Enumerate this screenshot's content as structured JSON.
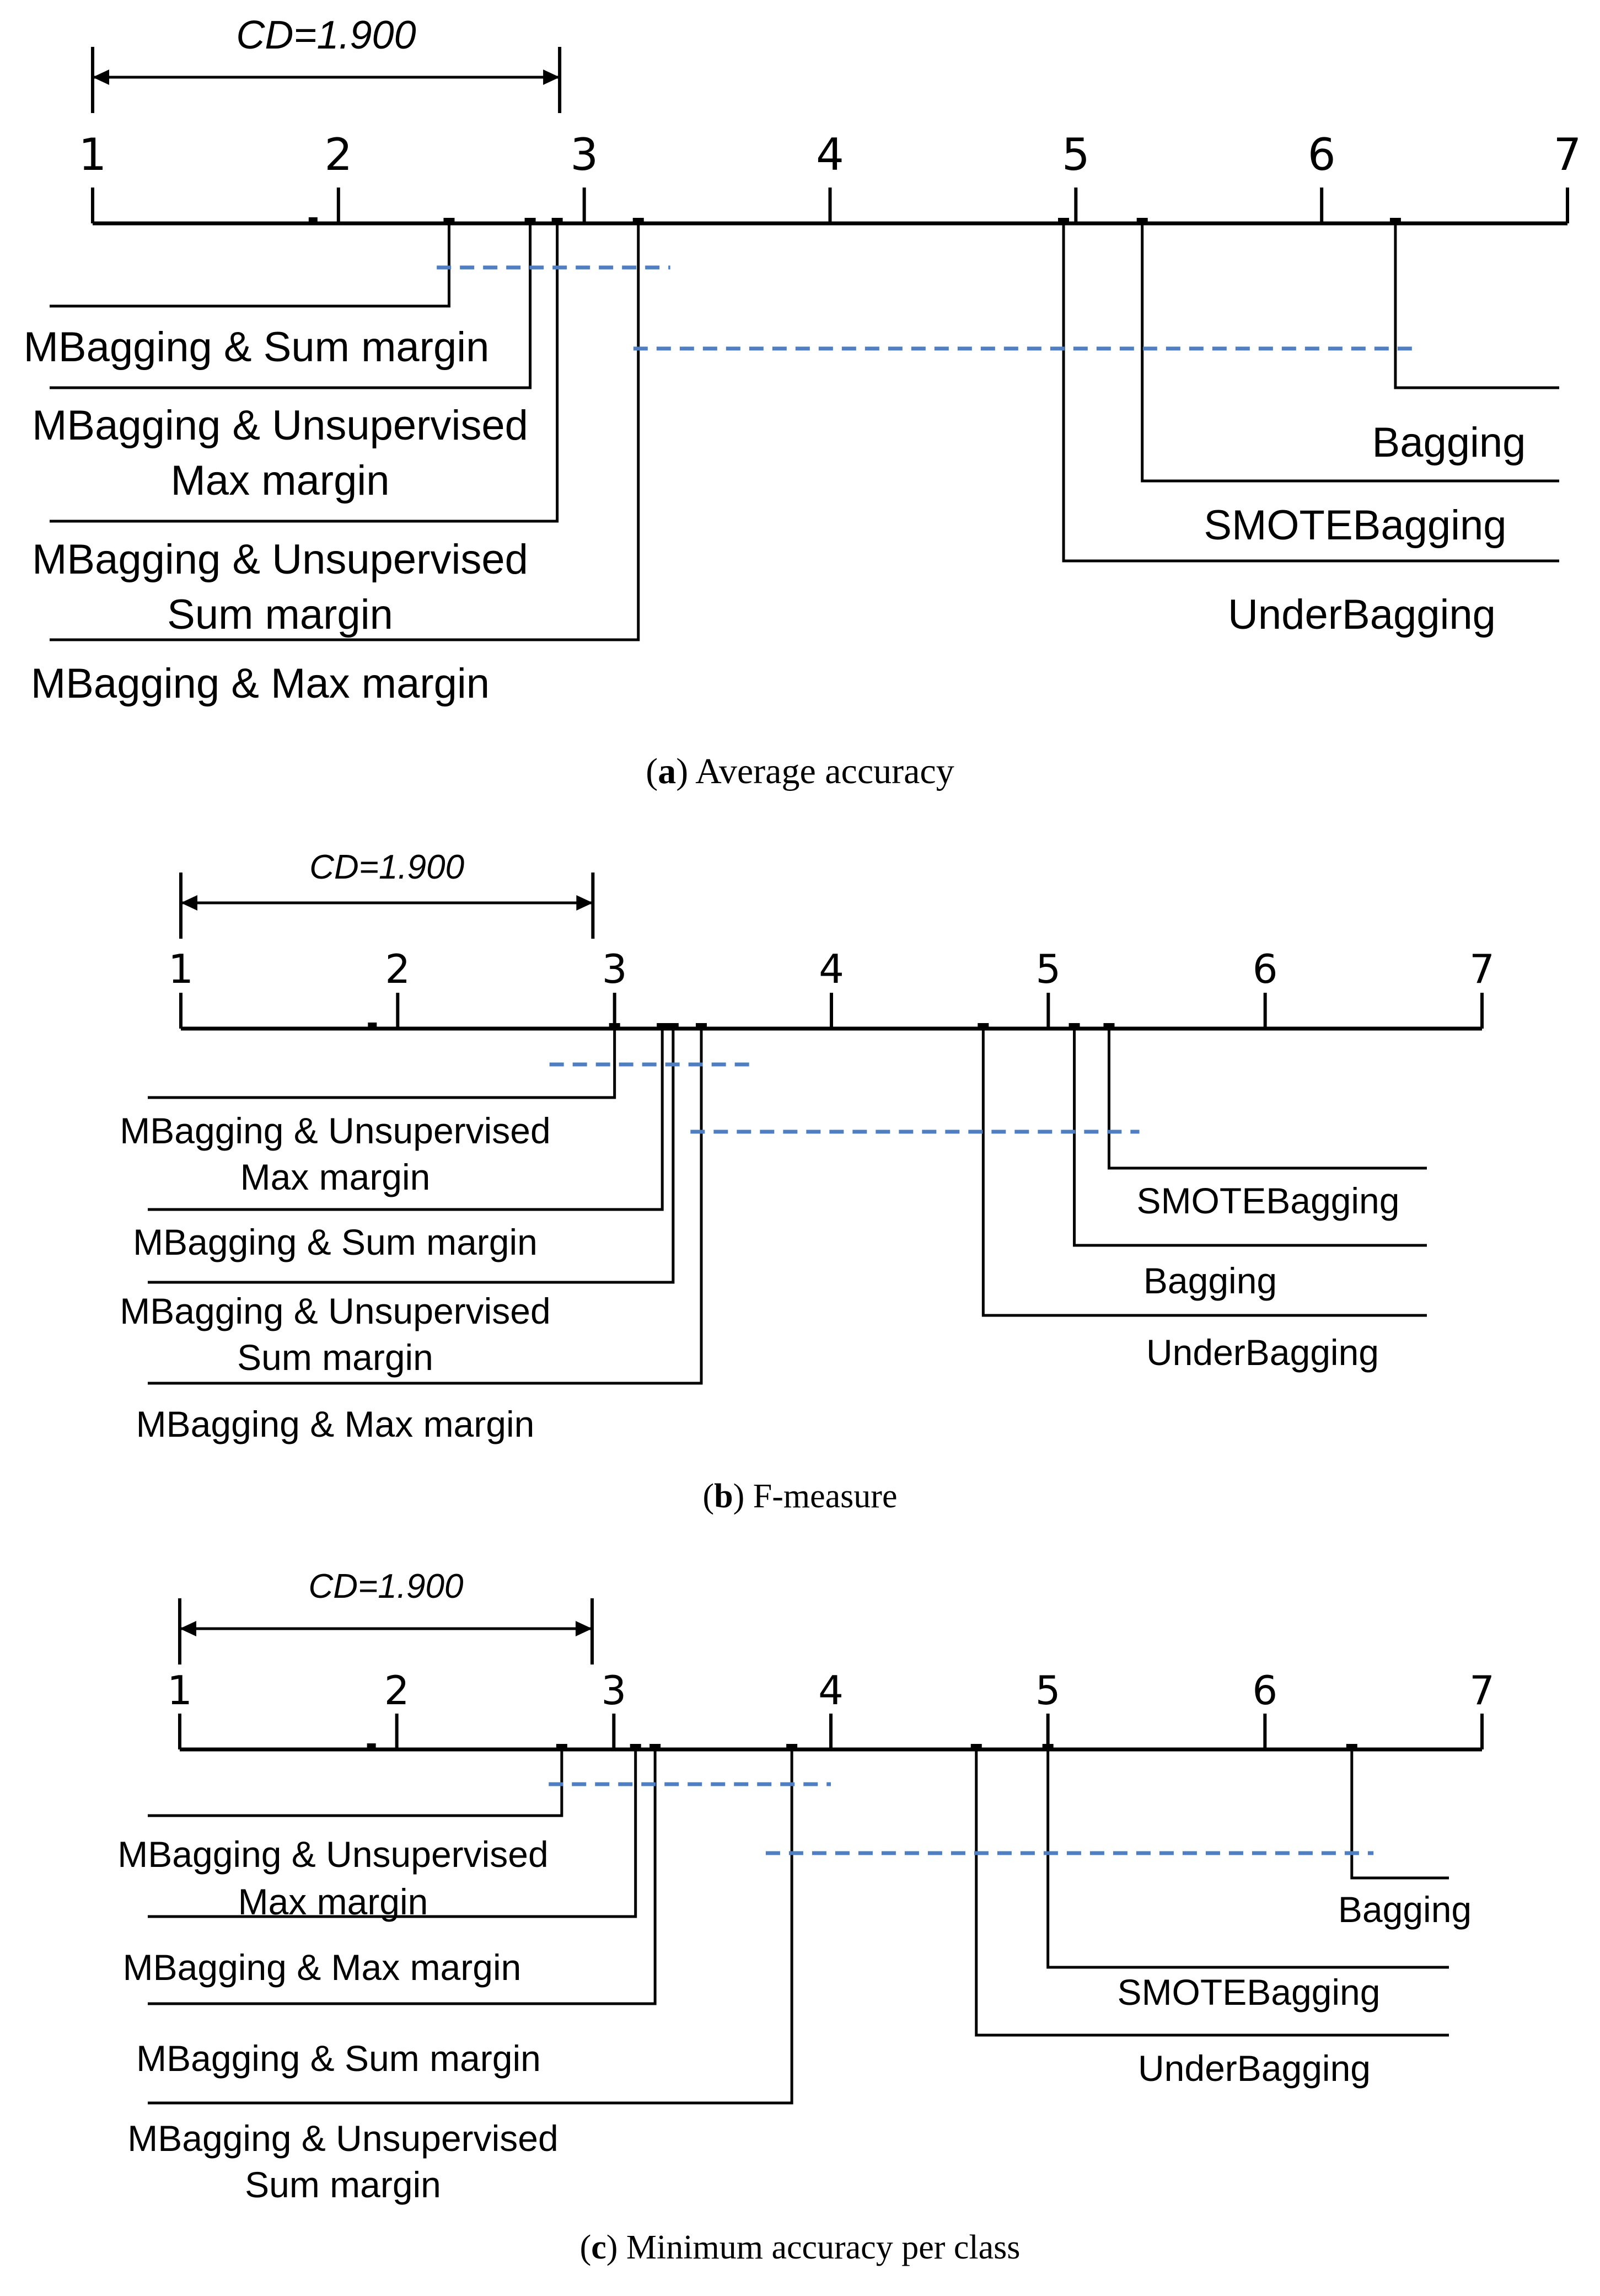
{
  "chart_data": [
    {
      "type": "critical-difference-diagram",
      "caption_tag": "a",
      "caption_text": "Average accuracy",
      "cd_label": "CD=1.900",
      "cd_value": 1.9,
      "axis_min": 1,
      "axis_max": 7,
      "ticks": [
        "1",
        "2",
        "3",
        "4",
        "5",
        "6",
        "7"
      ],
      "algorithms": [
        {
          "name": "MBagging & Sum margin",
          "lines": [
            "MBagging & Sum margin"
          ],
          "rank": 2.45,
          "side": "left"
        },
        {
          "name": "MBagging & Unsupervised Max margin",
          "lines": [
            "MBagging & Unsupervised",
            "Max margin"
          ],
          "rank": 2.78,
          "side": "left"
        },
        {
          "name": "MBagging & Unsupervised Sum margin",
          "lines": [
            "MBagging & Unsupervised",
            "Sum margin"
          ],
          "rank": 2.89,
          "side": "left"
        },
        {
          "name": "MBagging & Max margin",
          "lines": [
            "MBagging & Max margin"
          ],
          "rank": 3.22,
          "side": "left"
        },
        {
          "name": "Bagging",
          "lines": [
            "Bagging"
          ],
          "rank": 6.3,
          "side": "right"
        },
        {
          "name": "SMOTEBagging",
          "lines": [
            "SMOTEBagging"
          ],
          "rank": 5.27,
          "side": "right"
        },
        {
          "name": "UnderBagging",
          "lines": [
            "UnderBagging"
          ],
          "rank": 4.95,
          "side": "right"
        }
      ],
      "cliques": [
        [
          2.4,
          3.35
        ],
        [
          3.2,
          6.4
        ]
      ]
    },
    {
      "type": "critical-difference-diagram",
      "caption_tag": "b",
      "caption_text": "F-measure",
      "cd_label": "CD=1.900",
      "cd_value": 1.9,
      "axis_min": 1,
      "axis_max": 7,
      "ticks": [
        "1",
        "2",
        "3",
        "4",
        "5",
        "6",
        "7"
      ],
      "algorithms": [
        {
          "name": "MBagging & Unsupervised Max margin",
          "lines": [
            "MBagging & Unsupervised",
            "Max margin"
          ],
          "rank": 3.0,
          "side": "left"
        },
        {
          "name": "MBagging & Sum margin",
          "lines": [
            "MBagging & Sum margin"
          ],
          "rank": 3.22,
          "side": "left"
        },
        {
          "name": "MBagging & Unsupervised Sum margin",
          "lines": [
            "MBagging & Unsupervised",
            "Sum margin"
          ],
          "rank": 3.27,
          "side": "left"
        },
        {
          "name": "MBagging & Max margin",
          "lines": [
            "MBagging & Max margin"
          ],
          "rank": 3.4,
          "side": "left"
        },
        {
          "name": "SMOTEBagging",
          "lines": [
            "SMOTEBagging"
          ],
          "rank": 5.28,
          "side": "right"
        },
        {
          "name": "Bagging",
          "lines": [
            "Bagging"
          ],
          "rank": 5.12,
          "side": "right"
        },
        {
          "name": "UnderBagging",
          "lines": [
            "UnderBagging"
          ],
          "rank": 4.7,
          "side": "right"
        }
      ],
      "cliques": [
        [
          2.7,
          3.65
        ],
        [
          3.35,
          5.42
        ]
      ]
    },
    {
      "type": "critical-difference-diagram",
      "caption_tag": "c",
      "caption_text": "Minimum accuracy per class",
      "cd_label": "CD=1.900",
      "cd_value": 1.9,
      "axis_min": 1,
      "axis_max": 7,
      "ticks": [
        "1",
        "2",
        "3",
        "4",
        "5",
        "6",
        "7"
      ],
      "algorithms": [
        {
          "name": "MBagging & Unsupervised Max margin",
          "lines": [
            "MBagging & Unsupervised",
            "Max margin"
          ],
          "rank": 2.76,
          "side": "left"
        },
        {
          "name": "MBagging & Max margin",
          "lines": [
            "MBagging & Max margin"
          ],
          "rank": 3.1,
          "side": "left"
        },
        {
          "name": "MBagging & Sum margin",
          "lines": [
            "MBagging & Sum margin"
          ],
          "rank": 3.19,
          "side": "left"
        },
        {
          "name": "MBagging & Unsupervised Sum margin",
          "lines": [
            "MBagging & Unsupervised",
            "Sum margin"
          ],
          "rank": 3.82,
          "side": "left"
        },
        {
          "name": "Bagging",
          "lines": [
            "Bagging"
          ],
          "rank": 6.4,
          "side": "right"
        },
        {
          "name": "SMOTEBagging",
          "lines": [
            "SMOTEBagging"
          ],
          "rank": 5.0,
          "side": "right"
        },
        {
          "name": "UnderBagging",
          "lines": [
            "UnderBagging"
          ],
          "rank": 4.67,
          "side": "right"
        }
      ],
      "cliques": [
        [
          2.7,
          4.0
        ],
        [
          3.7,
          6.5
        ]
      ]
    }
  ]
}
